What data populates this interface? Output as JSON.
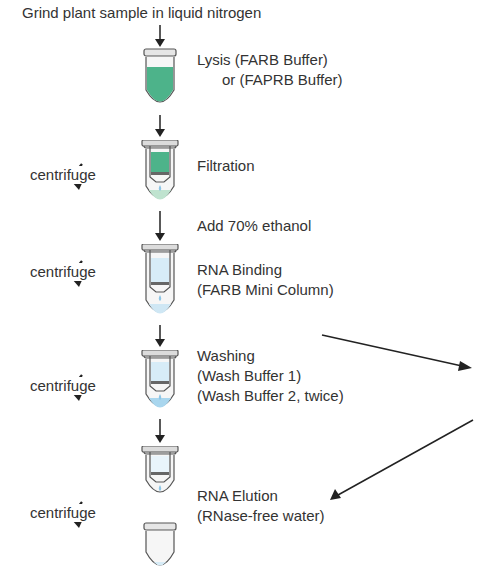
{
  "diagram": {
    "nodes": [
      {
        "text": [
          "Lysis (FARB Buffer)",
          "or (FAPRB Buffer)"
        ]
      },
      {
        "text": [
          "Filtration"
        ]
      },
      {
        "text": [
          "RNA Binding",
          "(FARB Mini Column)"
        ]
      },
      {
        "text": [
          "Washing",
          "(Wash Buffer 1)",
          "(Wash Buffer 2, twice)"
        ]
      },
      {
        "text": [
          "RNA Elution",
          "(RNase-free water)"
        ]
      }
    ],
    "edges": [
      {
        "from": 0,
        "to": 1,
        "arrow": "to"
      },
      {
        "from": 1,
        "to": 2,
        "label": "Add 70% ethanol",
        "arrow": "to"
      },
      {
        "from": 2,
        "to": 3,
        "arrow": "to"
      },
      {
        "from": 3,
        "to": 4,
        "arrow": "to"
      }
    ],
    "labels": [
      "Grind plant sample in liquid nitrogen",
      "centrifuge",
      "centrifuge",
      "centrifuge",
      "centrifuge"
    ]
  }
}
